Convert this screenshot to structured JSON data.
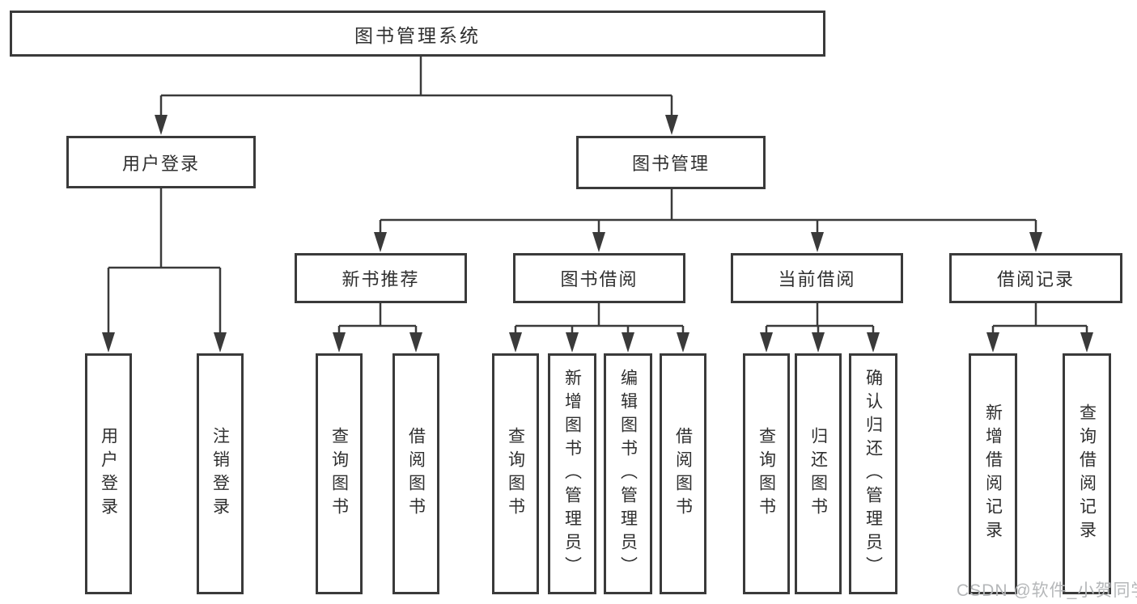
{
  "colors": {
    "line": "#3a3a3a",
    "box_border": "#3a3a3a",
    "text": "#2f2f2f",
    "watermark": "#b5b7b9",
    "background": "#ffffff"
  },
  "tree": {
    "root": {
      "label": "图书管理系统"
    },
    "branches": [
      {
        "label": "用户登录",
        "children": [
          {
            "label": "用户登录"
          },
          {
            "label": "注销登录"
          }
        ]
      },
      {
        "label": "图书管理",
        "children": [
          {
            "label": "新书推荐",
            "children": [
              {
                "label": "查询图书"
              },
              {
                "label": "借阅图书"
              }
            ]
          },
          {
            "label": "图书借阅",
            "children": [
              {
                "label": "查询图书"
              },
              {
                "label": "新增图书（管理员）"
              },
              {
                "label": "编辑图书（管理员）"
              },
              {
                "label": "借阅图书"
              }
            ]
          },
          {
            "label": "当前借阅",
            "children": [
              {
                "label": "查询图书"
              },
              {
                "label": "归还图书"
              },
              {
                "label": "确认归还（管理员）"
              }
            ]
          },
          {
            "label": "借阅记录",
            "children": [
              {
                "label": "新增借阅记录"
              },
              {
                "label": "查询借阅记录"
              }
            ]
          }
        ]
      }
    ]
  },
  "watermark": {
    "text": "CSDN @软件_小贺同学"
  }
}
